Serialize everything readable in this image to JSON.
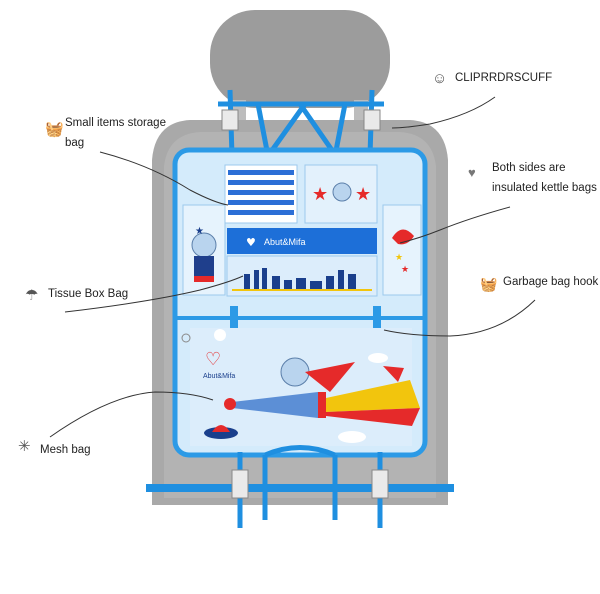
{
  "brand": "Abut&Mifa",
  "labels": {
    "clip": "CLIPRRDRSCUFF",
    "small_storage": "Small items storage bag",
    "small_storage_line1": "Small items storage",
    "small_storage_line2": "bag",
    "kettle_line1": "Both sides are",
    "kettle_line2": "insulated kettle bags",
    "tissue": "Tissue Box Bag",
    "garbage": "Garbage bag hook",
    "mesh": "Mesh bag"
  },
  "icons": {
    "clip": "clip-icon",
    "small_storage": "basket-icon",
    "kettle": "heart-icon",
    "tissue": "umbrella-icon",
    "garbage": "basket-icon",
    "mesh": "sparkle-icon"
  },
  "colors": {
    "strap": "#1f8fe0",
    "organizer": "#d4ebfb",
    "border": "#2c9ae6",
    "seat": "#a9a9a9",
    "headrest": "#9c9c9c",
    "star": "#e52a2a",
    "navy": "#1a3f8c"
  }
}
